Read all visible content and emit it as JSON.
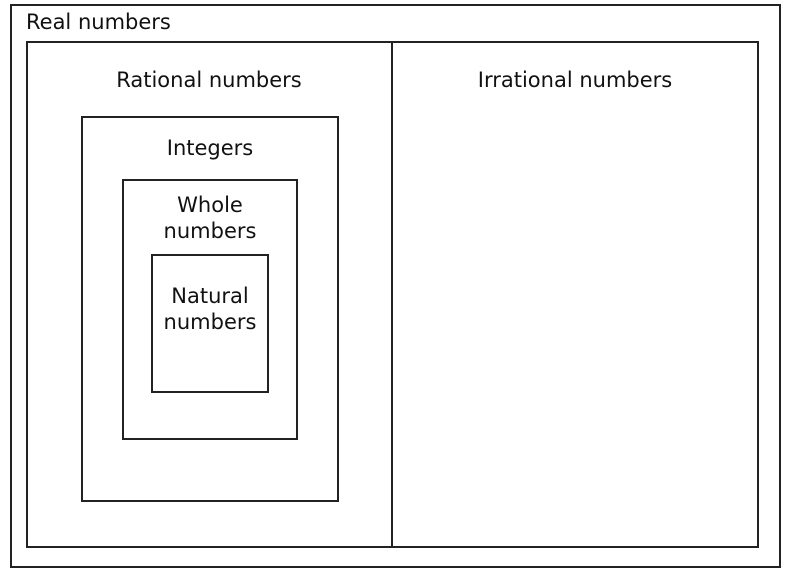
{
  "diagram": {
    "real_numbers": "Real numbers",
    "rational_numbers": "Rational numbers",
    "irrational_numbers": "Irrational numbers",
    "integers": "Integers",
    "whole_numbers": {
      "line1": "Whole",
      "line2": "numbers"
    },
    "natural_numbers": {
      "line1": "Natural",
      "line2": "numbers"
    }
  }
}
